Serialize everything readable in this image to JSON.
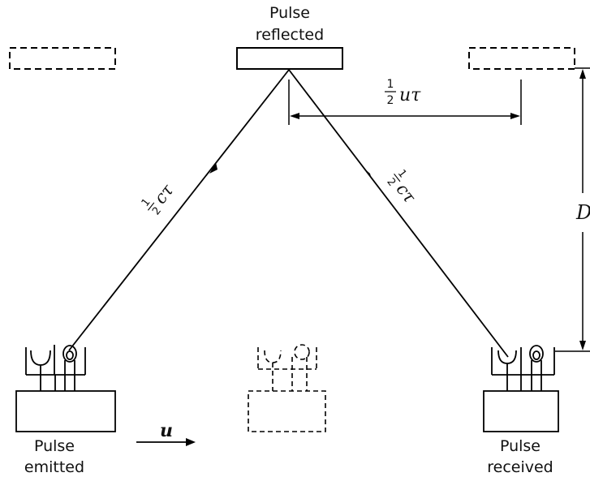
{
  "labels": {
    "reflected_line1": "Pulse",
    "reflected_line2": "reflected",
    "emitted_line1": "Pulse",
    "emitted_line2": "emitted",
    "received_line1": "Pulse",
    "received_line2": "received",
    "velocity": "u",
    "distance": "D"
  },
  "math": {
    "half_num": "1",
    "half_den": "2",
    "u_tau": "uτ",
    "c_tau": "cτ"
  }
}
